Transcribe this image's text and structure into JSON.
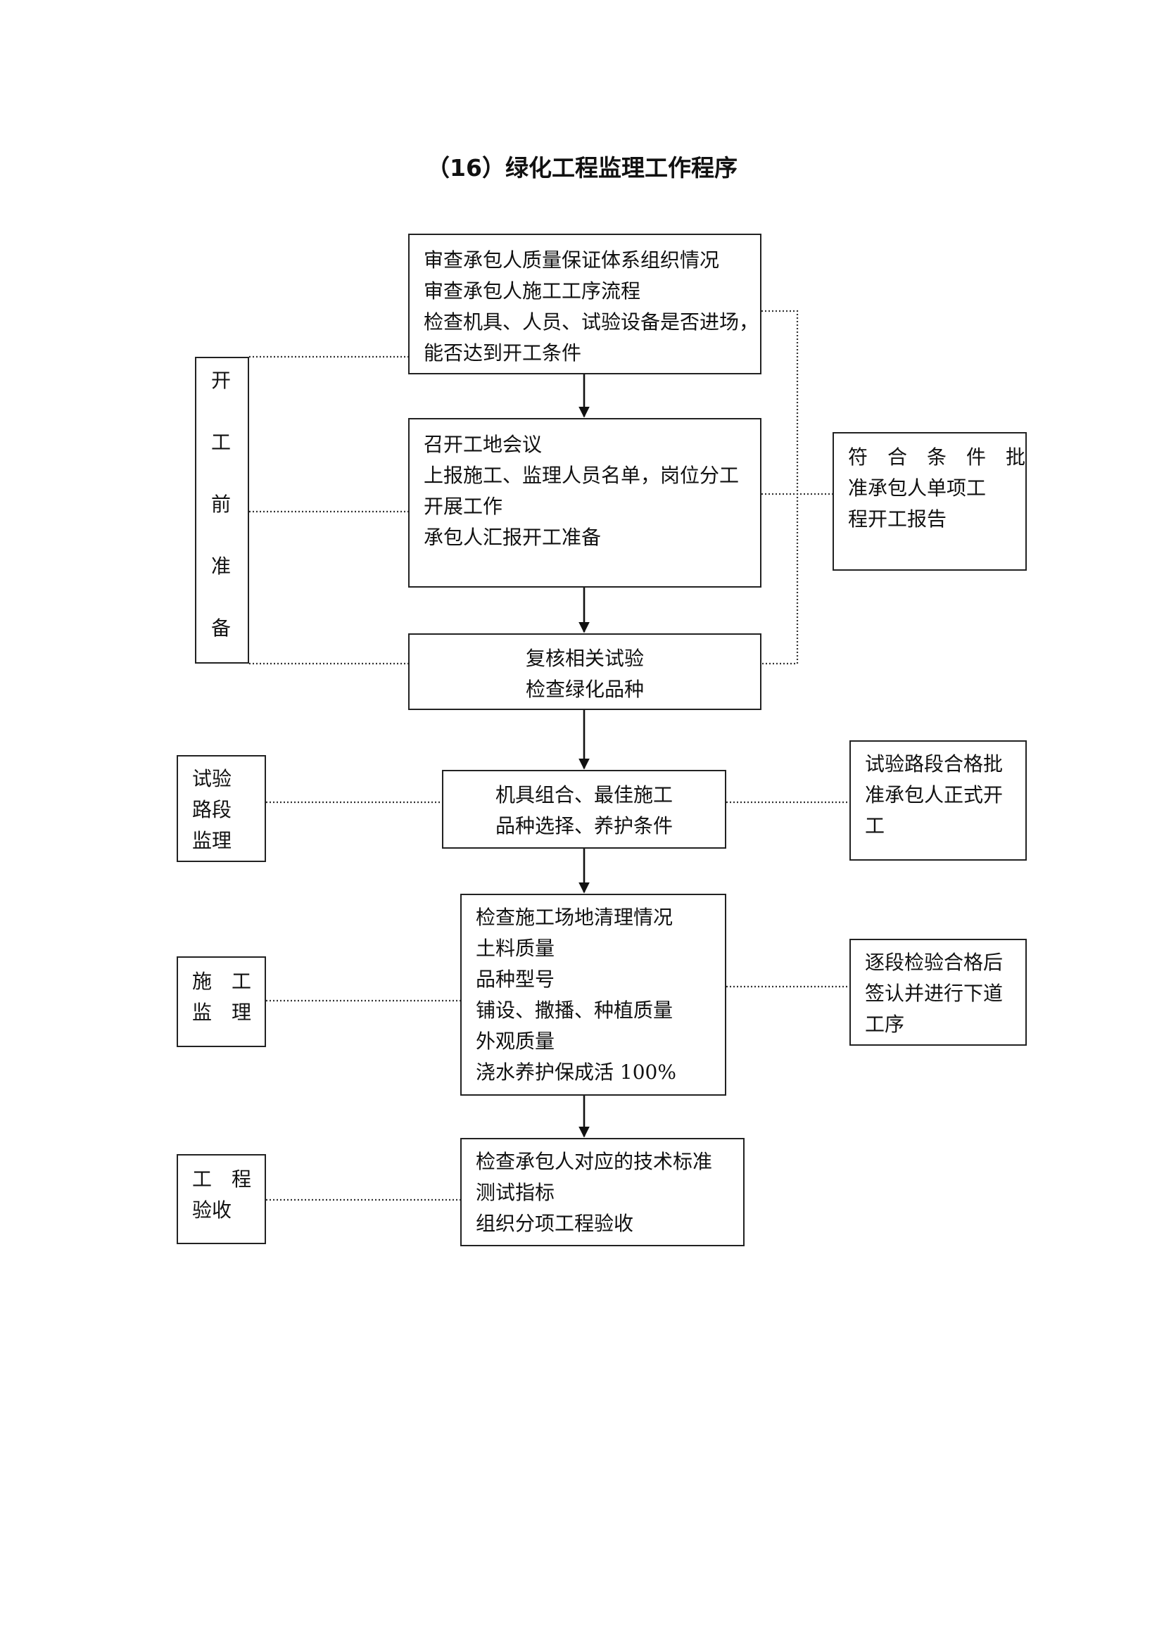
{
  "title": "（16）绿化工程监理工作程序",
  "boxes": {
    "review": {
      "lines": [
        "审查承包人质量保证体系组织情况",
        "审查承包人施工工序流程",
        "检查机具、人员、试验设备是否进场，",
        "能否达到开工条件"
      ]
    },
    "meeting": {
      "lines": [
        "召开工地会议",
        "上报施工、监理人员名单，岗位分工",
        "开展工作",
        "承包人汇报开工准备"
      ]
    },
    "recheck": {
      "lines": [
        "复核相关试验",
        "检查绿化品种"
      ]
    },
    "trial": {
      "lines": [
        "机具组合、最佳施工",
        "品种选择、养护条件"
      ]
    },
    "construction": {
      "lines": [
        "检查施工场地清理情况",
        "土料质量",
        "品种型号",
        "铺设、撒播、种植质量",
        "外观质量",
        "浇水养护保成活 100%"
      ]
    },
    "acceptance": {
      "lines": [
        "检查承包人对应的技术标准",
        "测试指标",
        "组织分项工程验收"
      ]
    }
  },
  "side_left": {
    "prep": {
      "chars": [
        "开",
        "工",
        "前",
        "准",
        "备"
      ]
    },
    "trial_supervision": {
      "lines": [
        "试验",
        "路段",
        "监理"
      ]
    },
    "construction_supervision": {
      "lines": [
        "施　工",
        "监　理"
      ]
    },
    "project_acceptance": {
      "lines": [
        "工　程",
        "验收"
      ]
    }
  },
  "side_right": {
    "approve_start": {
      "lines": [
        "符　合　条　件　批",
        "准承包人单项工",
        "程开工报告"
      ]
    },
    "trial_pass": {
      "lines": [
        "试验路段合格批",
        "准承包人正式开",
        "工"
      ]
    },
    "stage_pass": {
      "lines": [
        "逐段检验合格后",
        "签认并进行下道",
        "工序"
      ]
    }
  }
}
